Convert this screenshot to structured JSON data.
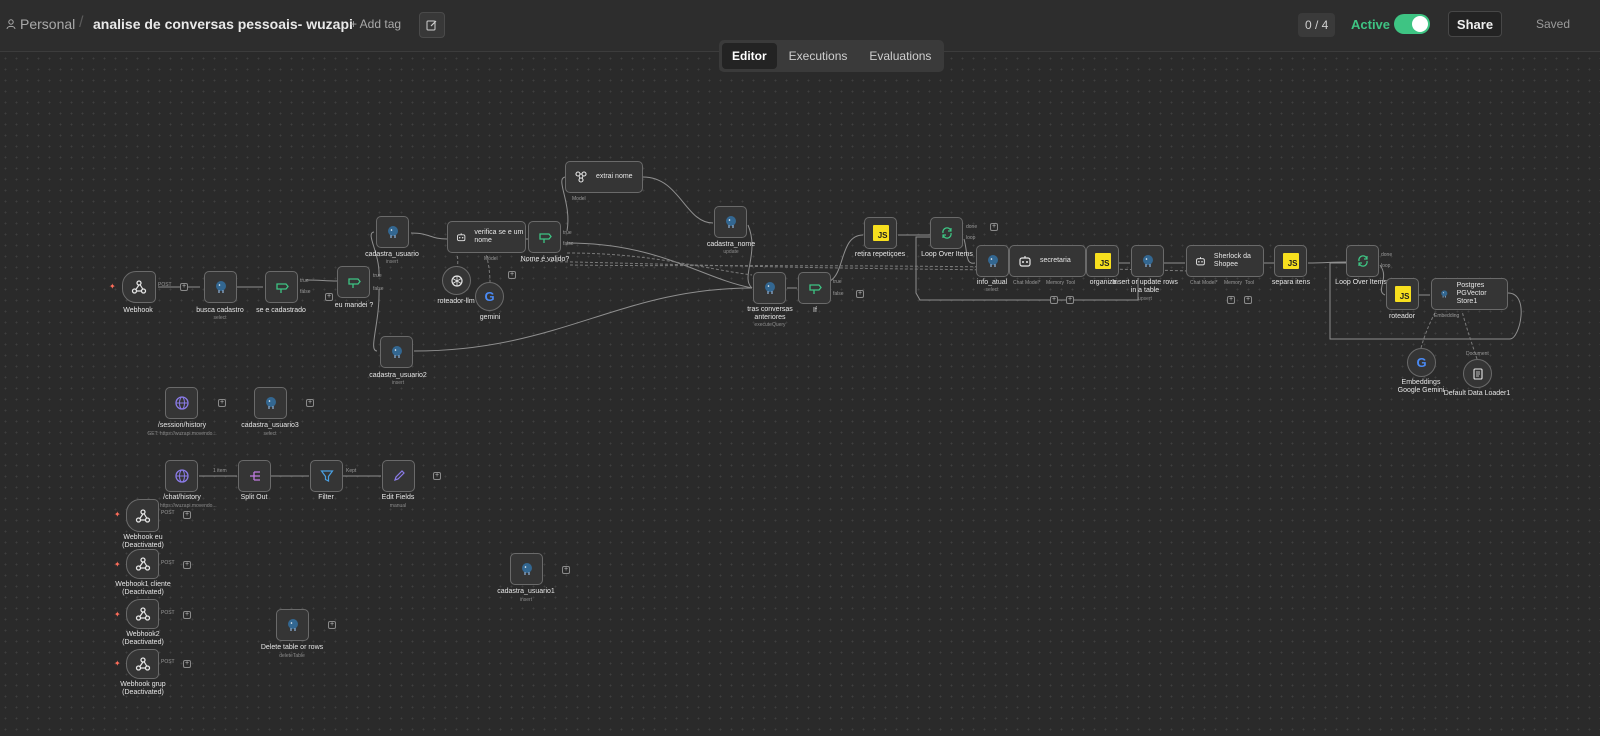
{
  "header": {
    "personal": "Personal",
    "title": "analise de conversas pessoais- wuzapi",
    "add_tag": "+ Add tag",
    "counter": "0 / 4",
    "active_label": "Active",
    "share": "Share",
    "saved": "Saved"
  },
  "tabs": [
    "Editor",
    "Executions",
    "Evaluations"
  ],
  "nodes": {
    "webhook": "Webhook",
    "busca_cadastro": "busca cadastro",
    "busca_cadastro_sub": "select",
    "se_e_cadastrado": "se e cadastrado",
    "eu_mandei": "eu mandei ?",
    "cadastra_usuario": "cadastra_usuario",
    "cadastra_usuario_sub": "insert",
    "cadastra_usuario2": "cadastra_usuario2",
    "cadastra_usuario2_sub": "insert",
    "verifica": "verifica se e um nome",
    "roteador_llm": "roteador-llm",
    "gemini": "gemini",
    "nome_e_valido": "Nome é valido?",
    "extrai_nome": "extrai nome",
    "cadastra_nome": "cadastra_nome",
    "cadastra_nome_sub": "update",
    "tras_conversas": "tras conversas anteriores",
    "tras_conversas_sub": "executeQuery",
    "if": "If",
    "retira_repeticoes": "retira repetiçoes",
    "loop_over_items": "Loop Over Items",
    "info_atual": "info_atual",
    "info_atual_sub": "select",
    "secretaria": "secretaria",
    "organiza": "organiza",
    "insert_update": "Insert or update rows in a table",
    "insert_update_sub": "upsert",
    "sherlock": "Sherlock da Shopee",
    "separa_itens": "separa itens",
    "loop_over_items1": "Loop Over Items1",
    "roteador": "roteador",
    "postgres_pg": "Postgres PGVector Store1",
    "embeddings": "Embeddings Google Gemini",
    "default_loader": "Default Data Loader1",
    "session_history": "/session/history",
    "session_history_sub": "GET: https://wuzapi.movendo...",
    "cadastra_usuario3": "cadastra_usuario3",
    "cadastra_usuario3_sub": "select",
    "chat_history": "/chat/history",
    "chat_history_sub": "GET: https://wuzapi.movendo...",
    "split_out": "Split Out",
    "filter": "Filter",
    "edit_fields": "Edit Fields",
    "edit_fields_sub": "manual",
    "webhook_eu": "Webhook eu (Deactivated)",
    "webhook1_cliente": "Webhook1 cliente (Deactivated)",
    "webhook2": "Webhook2 (Deactivated)",
    "webhook_grup": "Webhook grup (Deactivated)",
    "cadastra_usuario1": "cadastra_usuario1",
    "cadastra_usuario1_sub": "insert",
    "delete_table": "Delete table or rows",
    "delete_table_sub": "deleteTable"
  },
  "edge_labels": {
    "post": "POST",
    "true": "true",
    "false": "false",
    "done": "done",
    "loop": "loop",
    "item": "1 item",
    "kept": "Kept",
    "model": "Model",
    "chat_model": "Chat Model*",
    "memory": "Memory",
    "tool": "Tool",
    "embedding": "Embedding",
    "document": "Document"
  },
  "colors": {
    "accent_green": "#3ec483",
    "trigger_red": "#ff6d5a",
    "postgres_blue": "#336791",
    "js_yellow": "#f7df1e"
  }
}
